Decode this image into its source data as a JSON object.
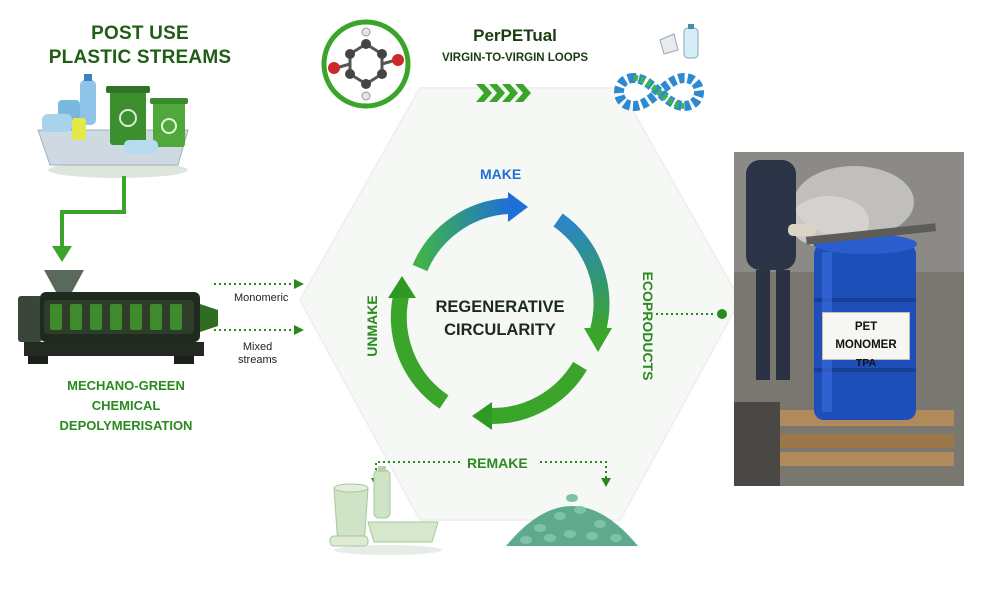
{
  "post_use": {
    "line1": "POST USE",
    "line2": "PLASTIC STREAMS"
  },
  "perpetual": {
    "title": "PerPETual",
    "subtitle": "VIRGIN-TO-VIRGIN LOOPS"
  },
  "depolymerisation": {
    "line1": "MECHANO-GREEN",
    "line2": "CHEMICAL",
    "line3": "DEPOLYMERISATION"
  },
  "streams": {
    "monomeric": "Monomeric",
    "mixed_line1": "Mixed",
    "mixed_line2": "streams"
  },
  "cycle": {
    "center_line1": "REGENERATIVE",
    "center_line2": "CIRCULARITY",
    "make": "MAKE",
    "ecoproducts": "ECOPRODUCTS",
    "remake": "REMAKE",
    "unmake": "UNMAKE"
  },
  "drum": {
    "label_line1": "PET MONOMER",
    "label_line2": "TPA"
  },
  "colors": {
    "dark_green": "#1f5e14",
    "green": "#2a8a1e",
    "blue": "#1f6fd6",
    "drum_blue": "#1e4fb8"
  }
}
